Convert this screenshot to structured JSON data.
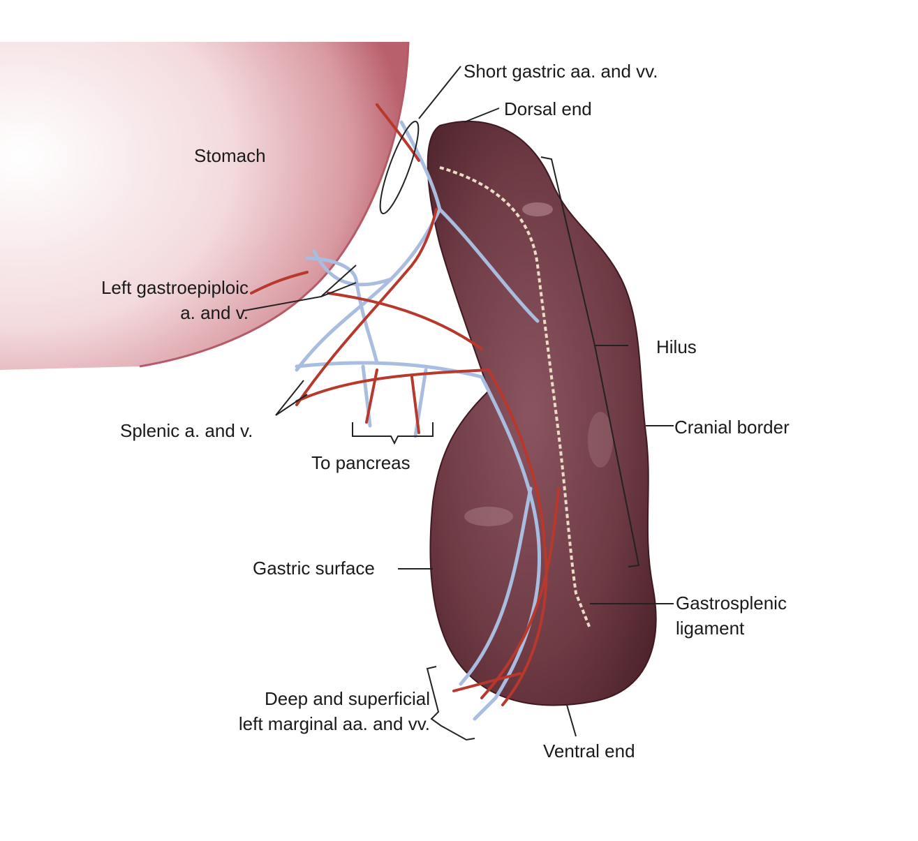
{
  "figure": {
    "labels": {
      "short_gastric": "Short gastric aa. and vv.",
      "dorsal_end": "Dorsal end",
      "stomach": "Stomach",
      "left_gastroepiploic_1": "Left gastroepiploic",
      "left_gastroepiploic_2": "a. and v.",
      "hilus": "Hilus",
      "splenic": "Splenic a. and v.",
      "cranial_border": "Cranial border",
      "to_pancreas": "To pancreas",
      "gastric_surface": "Gastric surface",
      "gastrosplenic_1": "Gastrosplenic",
      "gastrosplenic_2": "ligament",
      "marginal_1": "Deep and superficial",
      "marginal_2": "left marginal aa. and vv.",
      "ventral_end": "Ventral end"
    },
    "colors": {
      "spleen": "#6e3a44",
      "stomach": "#d8a0a6",
      "artery": "#b8382c",
      "vein": "#a9bde0",
      "leader": "#222222"
    }
  }
}
